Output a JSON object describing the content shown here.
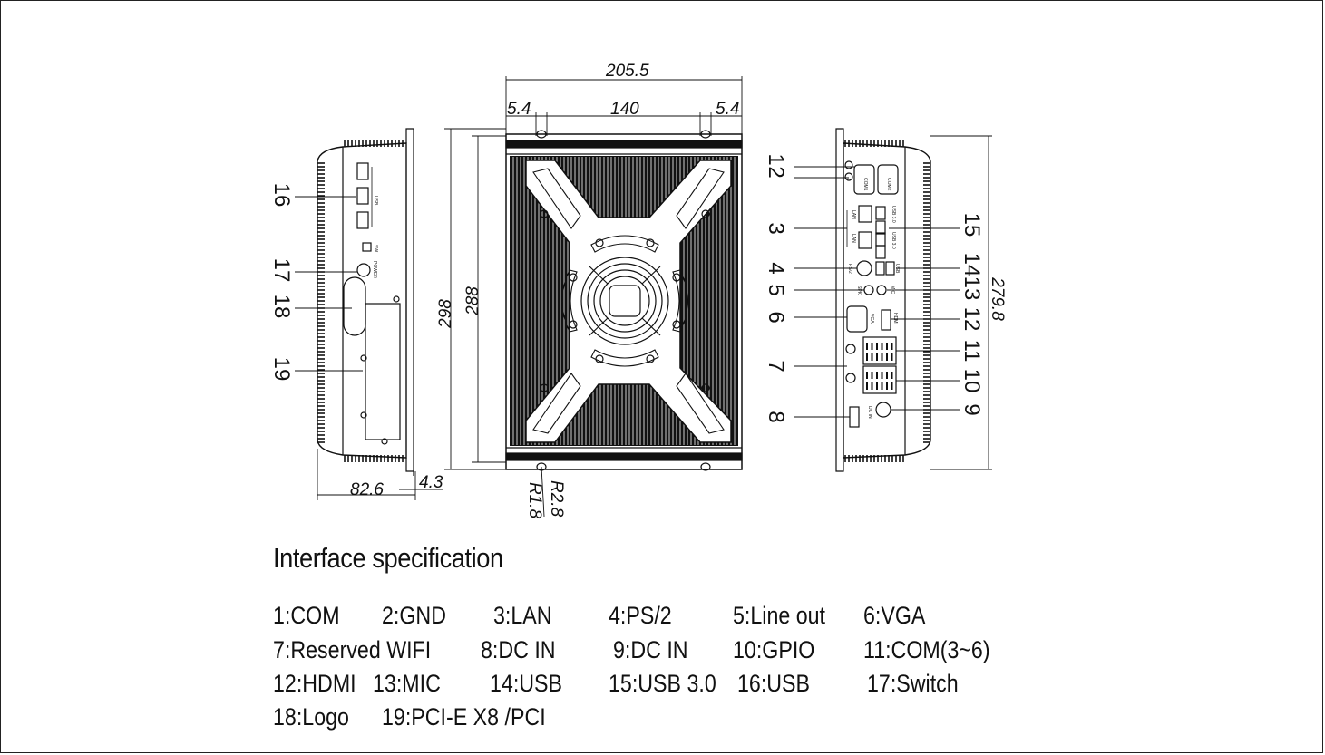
{
  "dimensions": {
    "overall_width": "205.5",
    "hole_offset_left": "5.4",
    "hole_spacing": "140",
    "hole_offset_right": "5.4",
    "outer_height": "298",
    "inner_height": "288",
    "depth": "82.6",
    "flange": "4.3",
    "radius_outer": "R2.8",
    "radius_inner": "R1.8",
    "side_height": "279.8"
  },
  "left_callouts": [
    "16",
    "17",
    "18",
    "19"
  ],
  "right_callouts_left": [
    "1",
    "2",
    "3",
    "4",
    "5",
    "6",
    "7",
    "8"
  ],
  "right_callouts_right": [
    "15",
    "14",
    "13",
    "12",
    "11",
    "10",
    "9"
  ],
  "panel_labels": {
    "usb": "USB",
    "sw": "SW",
    "power": "POWER",
    "com1": "COM1",
    "com2": "COM2",
    "usb30a": "USB 3.0",
    "usb30b": "USB 3.0",
    "lan1": "LAN",
    "lan2": "LAN",
    "ps2": "PS/2",
    "usb_r": "USB",
    "spk": "SPK",
    "mic": "MIC",
    "vga": "VGA",
    "hdmi": "HDMI",
    "dcin": "DC IN"
  },
  "spec": {
    "title": "Interface specification",
    "items": [
      "1:COM",
      "2:GND",
      "3:LAN",
      "4:PS/2",
      "5:Line out",
      "6:VGA",
      "7:Reserved WIFI",
      "8:DC IN",
      "9:DC IN",
      "10:GPIO",
      "11:COM(3~6)",
      "12:HDMI",
      "13:MIC",
      "14:USB",
      "15:USB 3.0",
      "16:USB",
      "17:Switch",
      "18:Logo",
      "19:PCI-E X8 /PCI"
    ]
  }
}
